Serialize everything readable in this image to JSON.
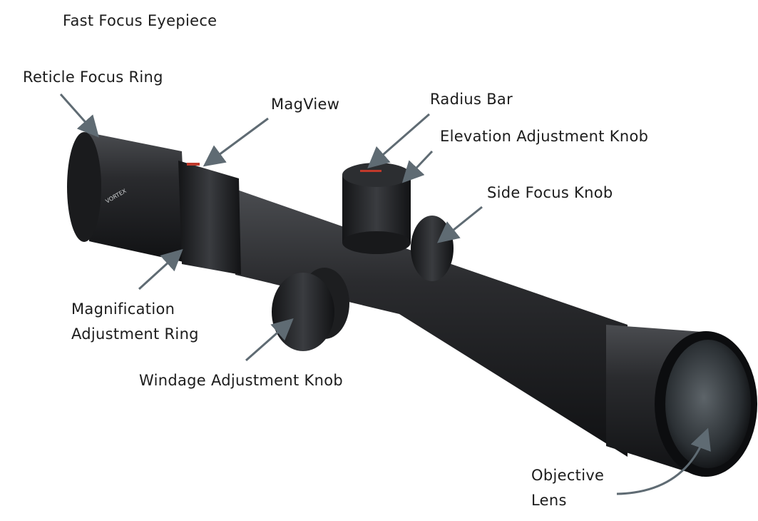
{
  "labels": {
    "fast_focus_eyepiece": "Fast Focus Eyepiece",
    "reticle_focus_ring": "Reticle Focus Ring",
    "magview": "MagView",
    "radius_bar": "Radius Bar",
    "elevation_adjustment_knob": "Elevation Adjustment Knob",
    "side_focus_knob": "Side Focus Knob",
    "magnification_line1": "Magnification",
    "magnification_line2": "Adjustment Ring",
    "windage_adjustment_knob": "Windage Adjustment Knob",
    "objective_line1": "Objective",
    "objective_line2": "Lens"
  },
  "brand_logo": "VORTEX",
  "colors": {
    "arrow": "#5f6b73",
    "scope": "#1e1f21",
    "accent": "#c0392b"
  }
}
